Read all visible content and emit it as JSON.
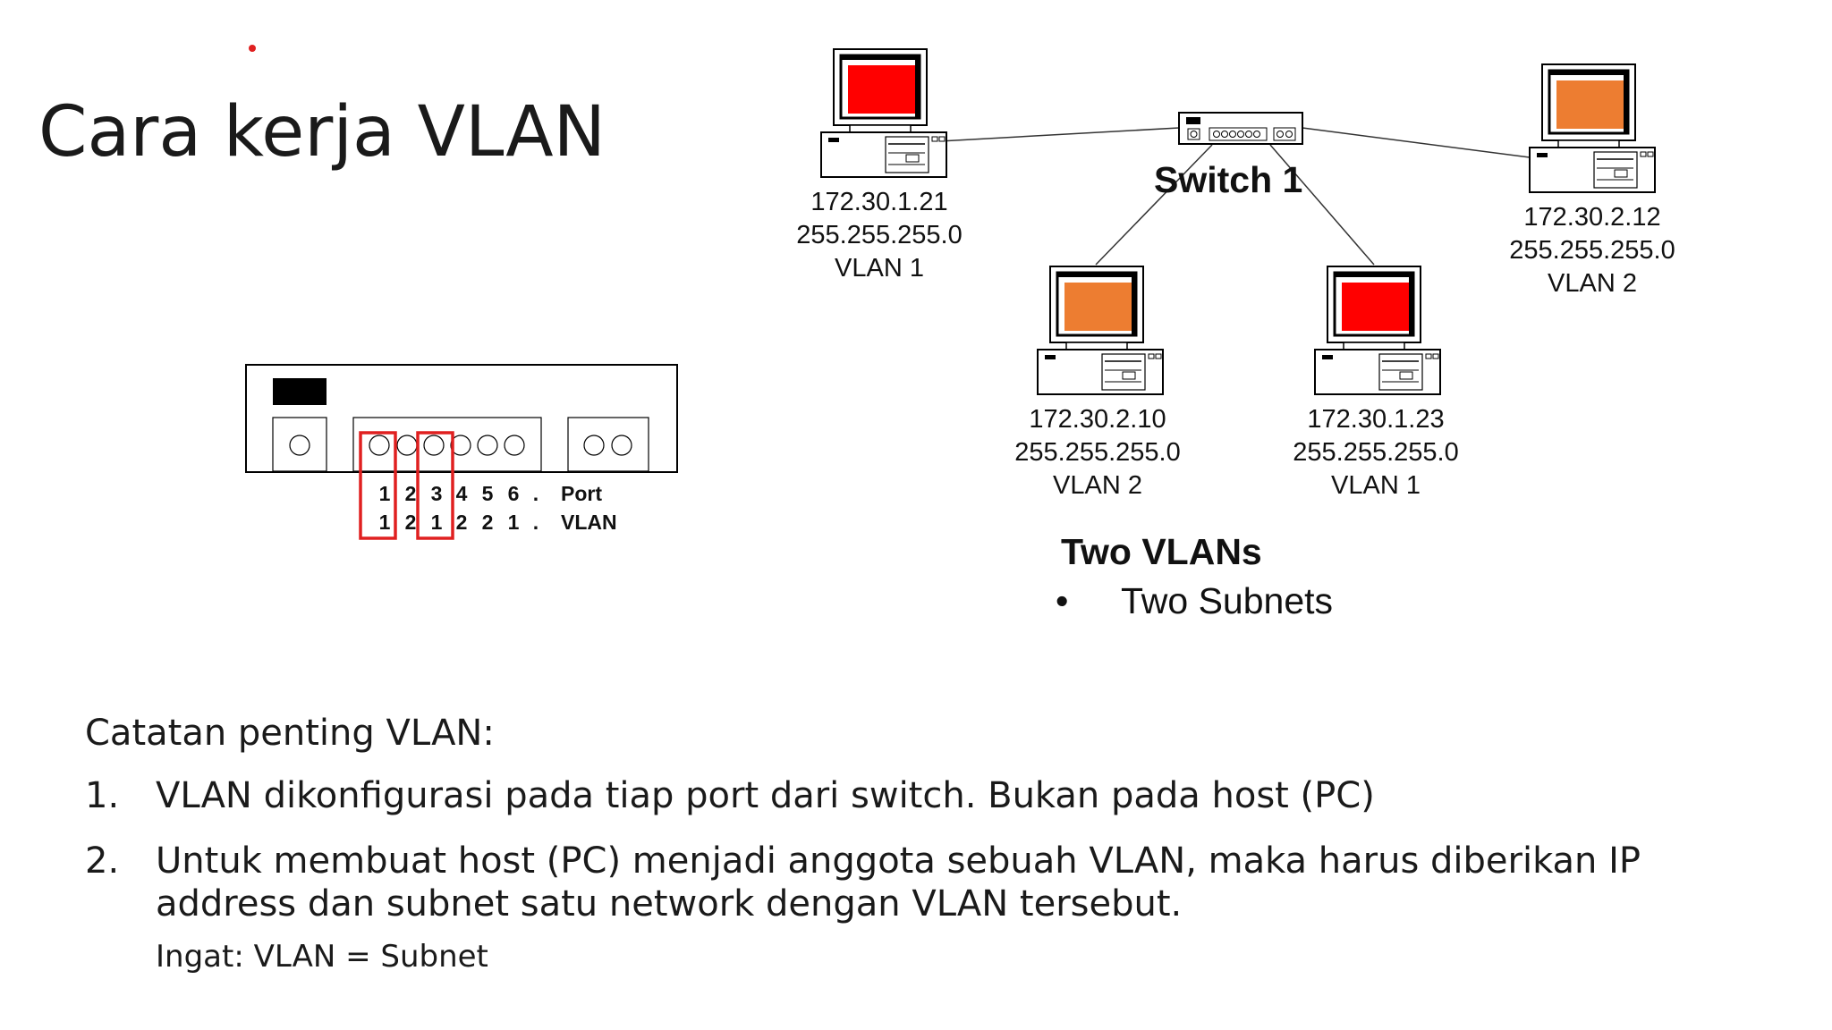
{
  "slide": {
    "title": "Cara kerja VLAN"
  },
  "diagram": {
    "switch_label": "Switch 1",
    "pcs": [
      {
        "ip": "172.30.1.21",
        "mask": "255.255.255.0",
        "vlan": "VLAN 1",
        "screen_color": "#ff0000"
      },
      {
        "ip": "172.30.2.10",
        "mask": "255.255.255.0",
        "vlan": "VLAN 2",
        "screen_color": "#ed7d31"
      },
      {
        "ip": "172.30.1.23",
        "mask": "255.255.255.0",
        "vlan": "VLAN 1",
        "screen_color": "#ff0000"
      },
      {
        "ip": "172.30.2.12",
        "mask": "255.255.255.0",
        "vlan": "VLAN 2",
        "screen_color": "#ed7d31"
      }
    ],
    "port_table": {
      "ports": [
        "1",
        "2",
        "3",
        "4",
        "5",
        "6",
        "."
      ],
      "vlans": [
        "1",
        "2",
        "1",
        "2",
        "2",
        "1",
        "."
      ],
      "port_label": "Port",
      "vlan_label": "VLAN",
      "highlight_color": "#e02020"
    },
    "legend": {
      "heading": "Two VLANs",
      "bullet": "•",
      "item": "Two Subnets"
    }
  },
  "notes": {
    "heading": "Catatan penting VLAN:",
    "items": [
      {
        "num": "1.",
        "lines": [
          "VLAN dikonfigurasi pada tiap port dari switch.  Bukan pada host (PC)"
        ]
      },
      {
        "num": "2.",
        "lines": [
          "Untuk membuat host (PC) menjadi anggota sebuah VLAN, maka harus diberikan IP",
          "address dan subnet satu network dengan VLAN tersebut."
        ]
      }
    ],
    "remark": "Ingat:  VLAN = Subnet"
  },
  "colors": {
    "accent_red": "#ff0000",
    "accent_orange": "#ed7d31",
    "laser_dot": "#e02020"
  }
}
